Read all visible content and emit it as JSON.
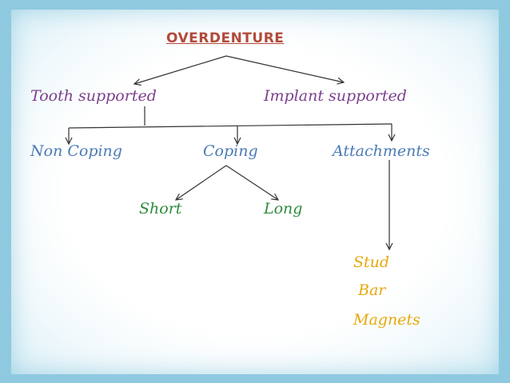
{
  "colors": {
    "root": "#b24a3a",
    "level1": "#7b3f8c",
    "level2": "#4a7bb5",
    "coping_types": "#2e8b3e",
    "attachment_types": "#e8a80c",
    "arrow": "#333333",
    "frame_bg": "#ffffff",
    "border": "#8fc9e0"
  },
  "diagram": {
    "root": "OVERDENTURE",
    "level1": [
      "Tooth supported",
      "Implant supported"
    ],
    "level2": [
      "Non Coping",
      "Coping",
      "Attachments"
    ],
    "coping_types": [
      "Short",
      "Long"
    ],
    "attachment_types": [
      "Stud",
      "Bar",
      "Magnets"
    ]
  }
}
